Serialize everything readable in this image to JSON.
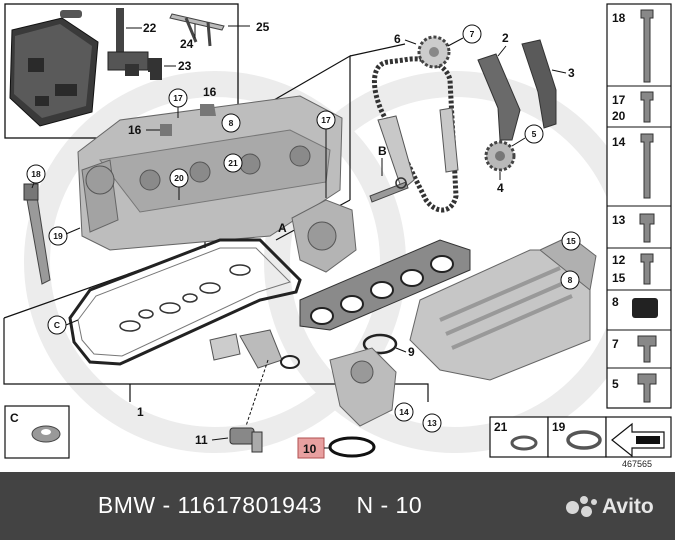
{
  "diagram": {
    "reference_number": "467565",
    "callouts": {
      "n1": "1",
      "n2": "2",
      "n3": "3",
      "n4": "4",
      "n5": "5",
      "n6": "6",
      "n7": "7",
      "n8": "8",
      "n9": "9",
      "n10": "10",
      "n11": "11",
      "n12": "12",
      "n13": "13",
      "n14": "14",
      "n15": "15",
      "n16": "16",
      "n17": "17",
      "n18": "18",
      "n19": "19",
      "n20": "20",
      "n21": "21",
      "n22": "22",
      "n23": "23",
      "n24": "24",
      "n25": "25",
      "a": "A",
      "b": "B",
      "c": "C"
    },
    "highlighted_part": "10",
    "highlight_color": "#e8a0a0"
  },
  "footer": {
    "text": "BMW - 11617801943     N - 10",
    "brand": "Avito"
  }
}
